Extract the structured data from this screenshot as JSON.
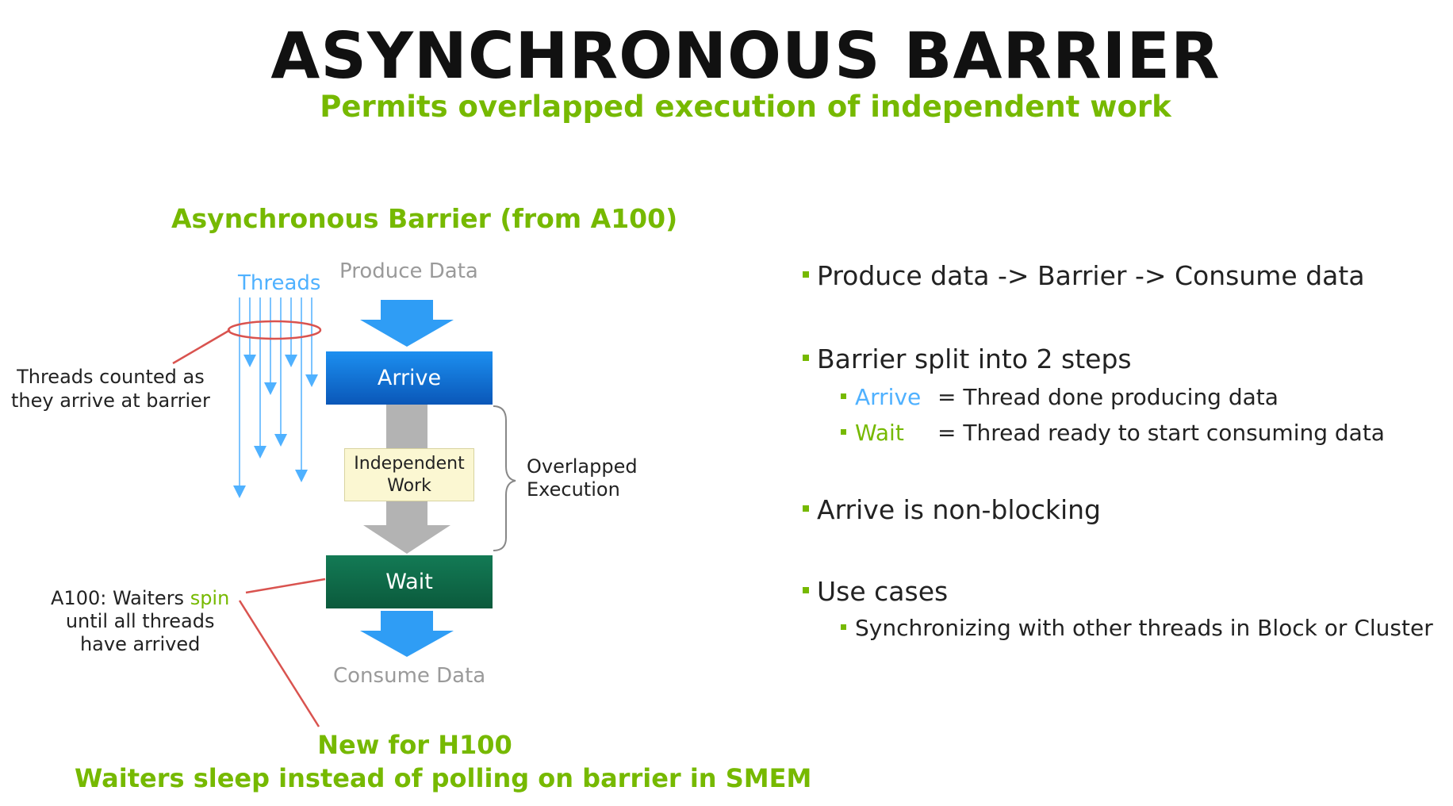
{
  "slide": {
    "title": "ASYNCHRONOUS BARRIER",
    "subtitle": "Permits overlapped execution of independent work"
  },
  "diagram": {
    "heading": "Asynchronous Barrier (from A100)",
    "threads_label": "Threads",
    "produce_label": "Produce Data",
    "consume_label": "Consume Data",
    "arrive_label": "Arrive",
    "wait_label": "Wait",
    "independent_work": [
      "Independent",
      "Work"
    ],
    "overlapped_execution": [
      "Overlapped",
      "Execution"
    ],
    "threads_counted_note": [
      "Threads counted as",
      "they arrive at barrier"
    ],
    "spin_note": {
      "line1_prefix": "A100:  Waiters ",
      "line1_highlight": "spin",
      "line2": "until all threads",
      "line3": "have arrived"
    },
    "h100_note": {
      "line1": "New for H100",
      "line2": "Waiters sleep instead of polling on barrier in SMEM"
    },
    "colors": {
      "accent_green": "#76b900",
      "thread_blue": "#4fb1ff",
      "arrive_blue": "#0a6fd6",
      "wait_green": "#0f6b47",
      "annotation_red": "#d9534f",
      "flow_gray": "#b3b3b3"
    }
  },
  "bullets": {
    "produce_flow": "Produce data -> Barrier -> Consume data",
    "split": "Barrier split into 2 steps",
    "arrive_term": "Arrive",
    "arrive_def": "= Thread done producing data",
    "wait_term": "Wait",
    "wait_def": "= Thread ready to start consuming data",
    "nonblocking": "Arrive is non-blocking",
    "use_cases": "Use cases",
    "sync": "Synchronizing with other threads in Block or Cluster"
  }
}
